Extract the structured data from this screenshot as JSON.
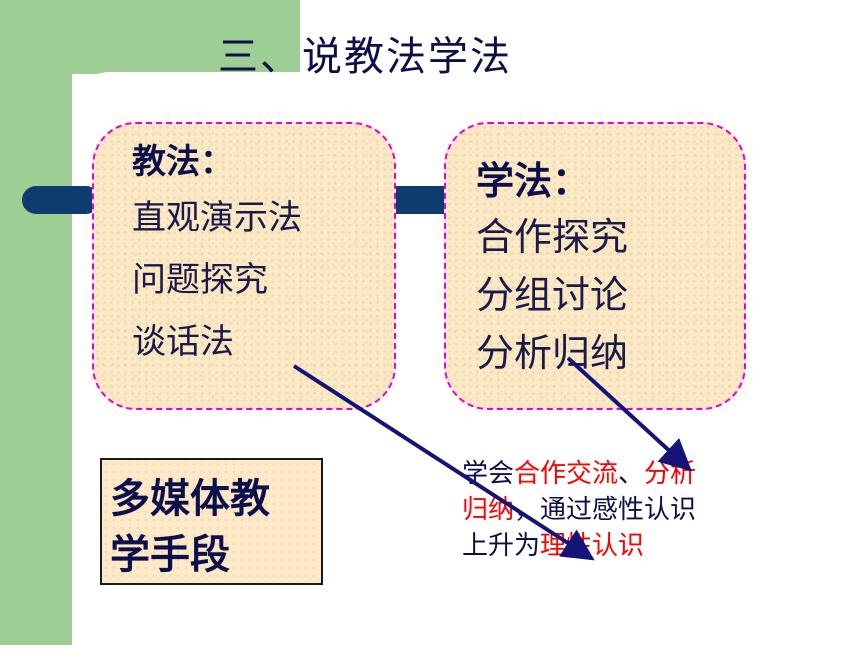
{
  "title": "三、说教法学法",
  "teaching": {
    "heading": "教法：",
    "items": [
      "直观演示法",
      "问题探究",
      "谈话法"
    ]
  },
  "learning": {
    "heading": "学法：",
    "items": [
      "合作探究",
      "分组讨论",
      "分析归纳"
    ]
  },
  "media": {
    "line1": "多媒体教",
    "line2": "学手段"
  },
  "summary": {
    "l1_a": "学会",
    "l1_b": "合作交流",
    "l1_c": "、",
    "l1_d": "分析",
    "l2_a": "归纳",
    "l2_b": "，通过感性认识",
    "l3_a": "上升为",
    "l3_b": "理性认识"
  },
  "colors": {
    "side_panel": "#9fce95",
    "title": "#0d0f4a",
    "dashed_border": "#e300e3",
    "box_fill": "#fbe9c6",
    "arrow": "#141478",
    "highlight": "#ff0000"
  }
}
